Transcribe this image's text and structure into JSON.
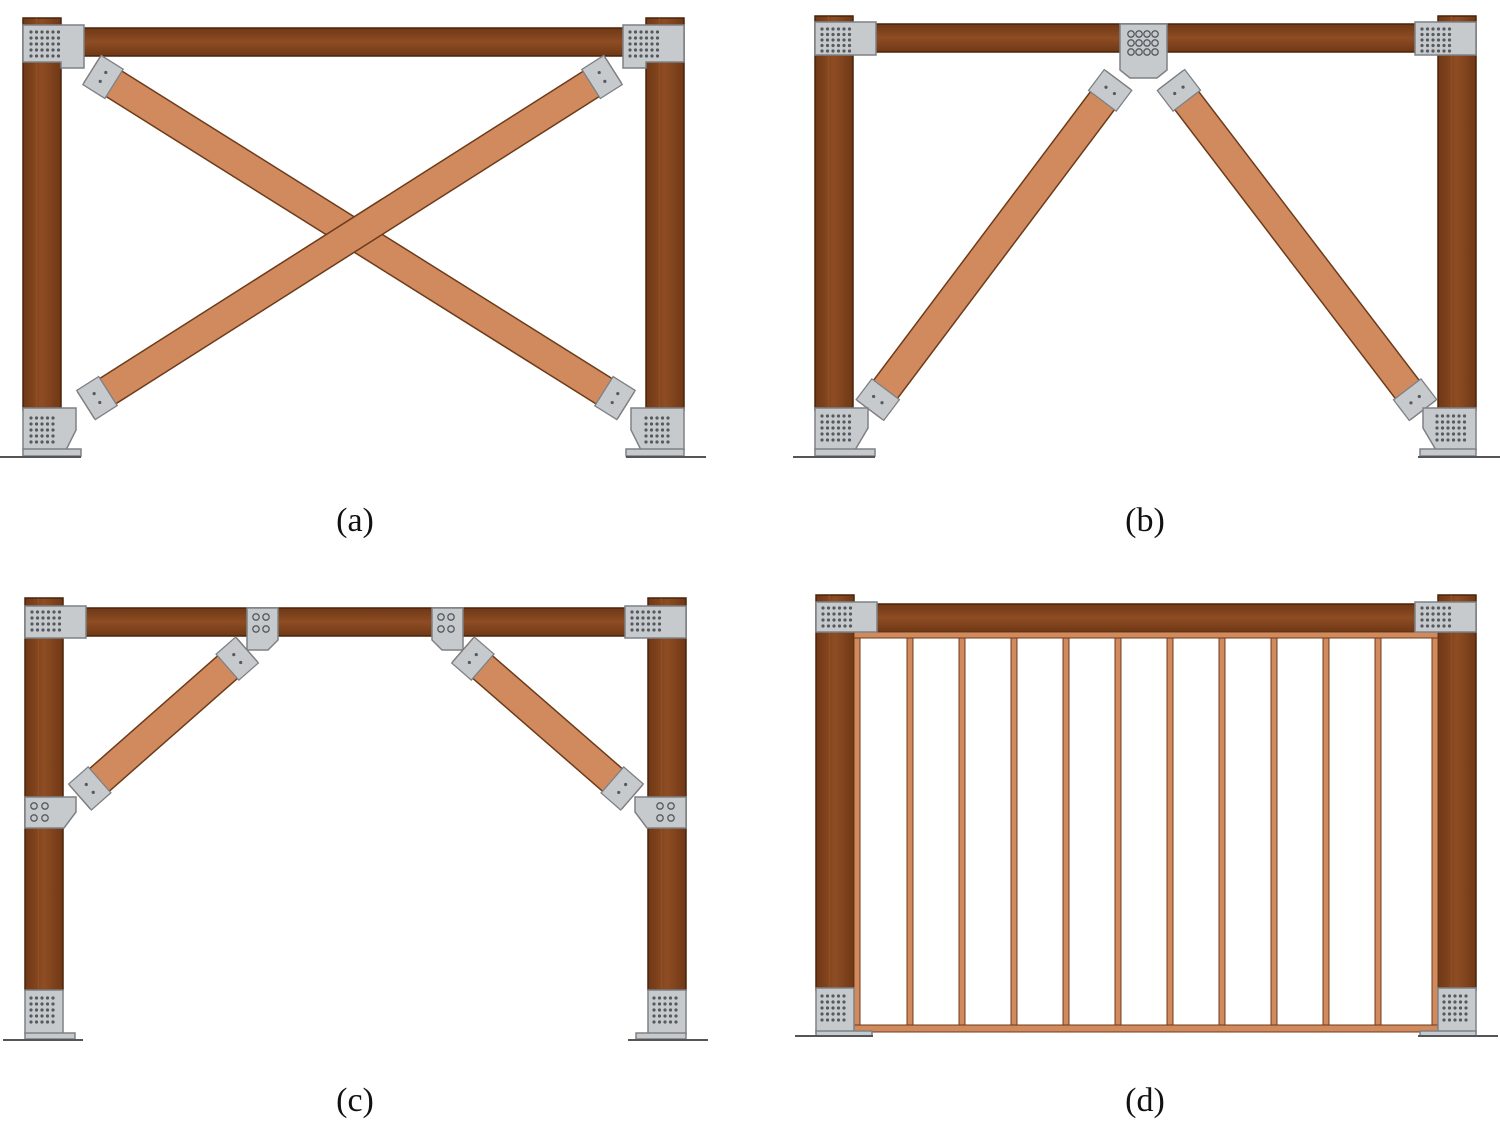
{
  "figure": {
    "panels": [
      {
        "id": "a",
        "caption": "(a)",
        "bracing": "x-brace"
      },
      {
        "id": "b",
        "caption": "(b)",
        "bracing": "inverted-v-brace"
      },
      {
        "id": "c",
        "caption": "(c)",
        "bracing": "knee-brace"
      },
      {
        "id": "d",
        "caption": "(d)",
        "bracing": "stud-wall",
        "stud_count": 10
      }
    ]
  },
  "colors": {
    "post_wood": "#86451e",
    "brace_wood": "#d08a5e",
    "steel_plate": "#c7cacd",
    "steel_edge": "#7d8186",
    "bolt": "#555a60",
    "ground": "#555555"
  }
}
